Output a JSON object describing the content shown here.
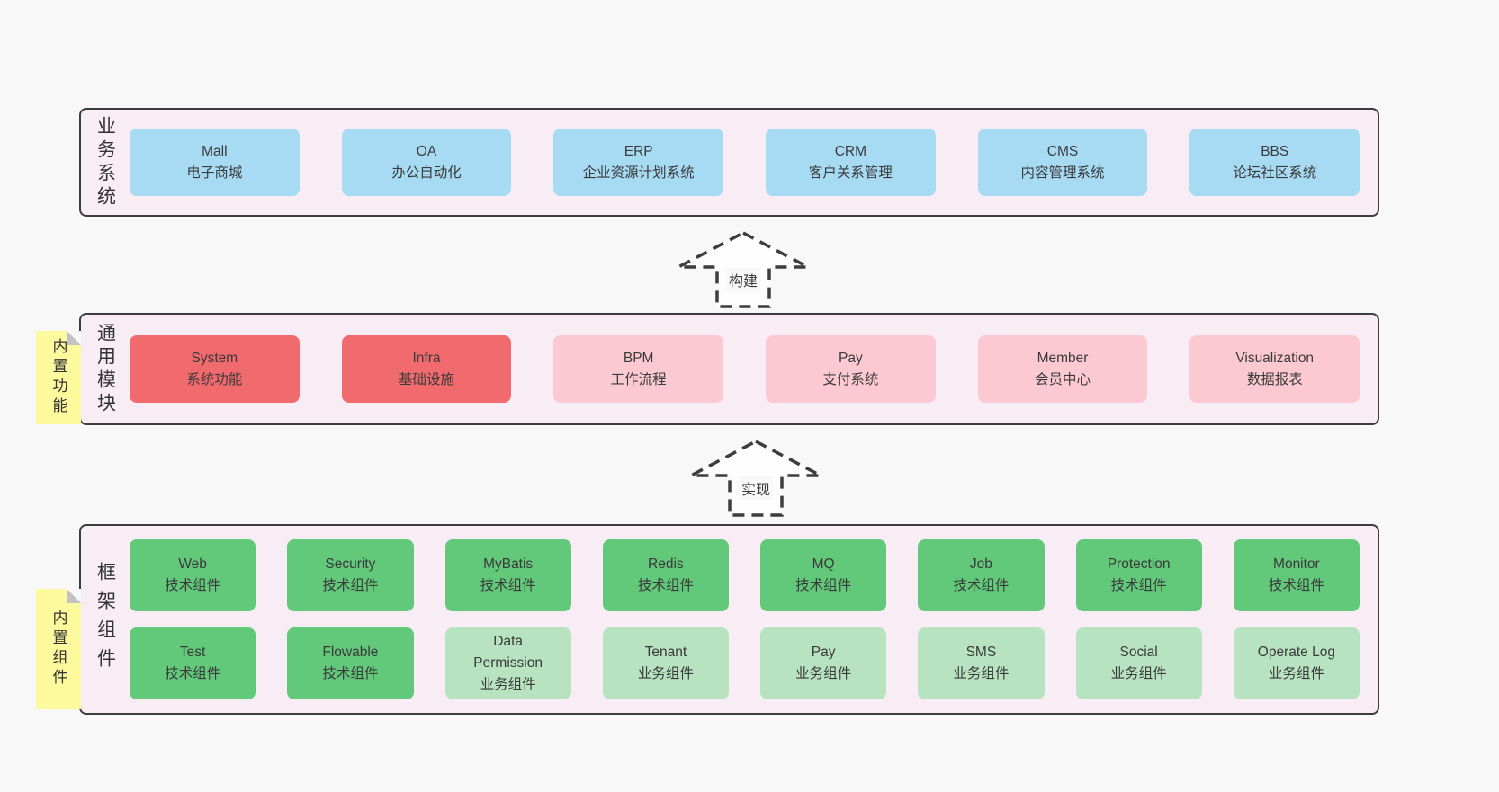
{
  "colors": {
    "pageBg": "#f8f8f8",
    "layerBg": "#f8ecf5",
    "border": "#3d3d3d",
    "text": "#3a3a3a",
    "blue": "#a7daf3",
    "red": "#f06a6e",
    "pink": "#fcc9d2",
    "green": "#62c87a",
    "lightgreen": "#b8e3c1",
    "sticky": "#fcfa9d",
    "fold": "#c2c2c2"
  },
  "layers": [
    {
      "id": "business",
      "label": "业务系统",
      "sticky": null,
      "rows": [
        [
          {
            "en": "Mall",
            "zh": "电子商城",
            "type": "blue"
          },
          {
            "en": "OA",
            "zh": "办公自动化",
            "type": "blue"
          },
          {
            "en": "ERP",
            "zh": "企业资源计划系统",
            "type": "blue"
          },
          {
            "en": "CRM",
            "zh": "客户关系管理",
            "type": "blue"
          },
          {
            "en": "CMS",
            "zh": "内容管理系统",
            "type": "blue"
          },
          {
            "en": "BBS",
            "zh": "论坛社区系统",
            "type": "blue"
          }
        ]
      ]
    },
    {
      "id": "modules",
      "label": "通用模块",
      "sticky": "内置功能",
      "rows": [
        [
          {
            "en": "System",
            "zh": "系统功能",
            "type": "red"
          },
          {
            "en": "Infra",
            "zh": "基础设施",
            "type": "red"
          },
          {
            "en": "BPM",
            "zh": "工作流程",
            "type": "pink"
          },
          {
            "en": "Pay",
            "zh": "支付系统",
            "type": "pink"
          },
          {
            "en": "Member",
            "zh": "会员中心",
            "type": "pink"
          },
          {
            "en": "Visualization",
            "zh": "数据报表",
            "type": "pink"
          }
        ]
      ]
    },
    {
      "id": "components",
      "label": "框架组件",
      "sticky": "内置组件",
      "rows": [
        [
          {
            "en": "Web",
            "zh": "技术组件",
            "type": "green"
          },
          {
            "en": "Security",
            "zh": "技术组件",
            "type": "green"
          },
          {
            "en": "MyBatis",
            "zh": "技术组件",
            "type": "green"
          },
          {
            "en": "Redis",
            "zh": "技术组件",
            "type": "green"
          },
          {
            "en": "MQ",
            "zh": "技术组件",
            "type": "green"
          },
          {
            "en": "Job",
            "zh": "技术组件",
            "type": "green"
          },
          {
            "en": "Protection",
            "zh": "技术组件",
            "type": "green"
          },
          {
            "en": "Monitor",
            "zh": "技术组件",
            "type": "green"
          }
        ],
        [
          {
            "en": "Test",
            "zh": "技术组件",
            "type": "green"
          },
          {
            "en": "Flowable",
            "zh": "技术组件",
            "type": "green"
          },
          {
            "en": "Data Permission",
            "zh": "业务组件",
            "type": "lightgreen"
          },
          {
            "en": "Tenant",
            "zh": "业务组件",
            "type": "lightgreen"
          },
          {
            "en": "Pay",
            "zh": "业务组件",
            "type": "lightgreen"
          },
          {
            "en": "SMS",
            "zh": "业务组件",
            "type": "lightgreen"
          },
          {
            "en": "Social",
            "zh": "业务组件",
            "type": "lightgreen"
          },
          {
            "en": "Operate Log",
            "zh": "业务组件",
            "type": "lightgreen"
          }
        ]
      ]
    }
  ],
  "arrows": [
    {
      "label": "构建"
    },
    {
      "label": "实现"
    }
  ]
}
